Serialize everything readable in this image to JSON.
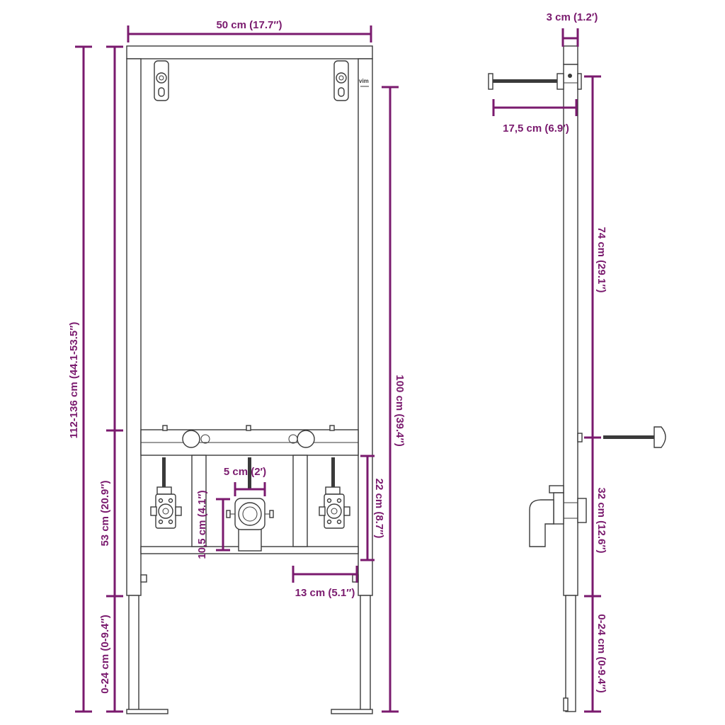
{
  "colors": {
    "dimension": "#7a1a6e",
    "outline": "#3a3a3a",
    "background": "#ffffff"
  },
  "front_view": {
    "brand_mark": "vim",
    "width_label": "50 cm (17.7″)",
    "overall_height_label": "112-136 cm (44.1-53.5″)",
    "lower_height_label": "53 cm (20.9″)",
    "leg_range_label": "0-24 cm (0-9.4″)",
    "inner_height_label": "100 cm (39.4″)",
    "pipe_spacing_label": "5 cm (2′)",
    "drain_height_label": "10,5 cm (4.1″)",
    "valve_height_label": "22 cm (8.7″)",
    "bracket_width_label": "13 cm (5.1″)"
  },
  "side_view": {
    "depth_label": "3 cm (1.2′)",
    "bolt_length_label": "17,5 cm (6.9′)",
    "upper_height_label": "74 cm (29.1″)",
    "lower_height_label": "32 cm (12.6″)",
    "leg_range_label": "0-24 cm (0-9.4″)"
  }
}
